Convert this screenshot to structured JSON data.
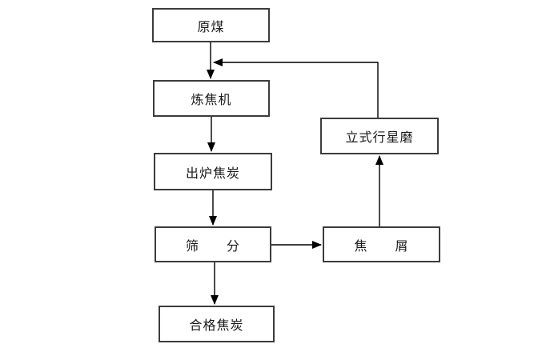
{
  "diagram": {
    "type": "flowchart",
    "subject": "coking-process-flow",
    "colors": {
      "background": "#ffffff",
      "box_border": "#3c3c3c",
      "box_fill": "#ffffff",
      "line": "#000000",
      "text": "#1a1a1a"
    },
    "nodes": {
      "raw_coal": {
        "label": "原煤"
      },
      "coking_machine": {
        "label": "炼焦机"
      },
      "furnace_coke": {
        "label": "出炉焦炭"
      },
      "screening": {
        "label": "筛　　分"
      },
      "qualified_coke": {
        "label": "合格焦炭"
      },
      "planetary_mill": {
        "label": "立式行星磨"
      },
      "coke_breeze": {
        "label": "焦　　屑"
      }
    },
    "edges": [
      {
        "from": "raw_coal",
        "to": "coking_machine",
        "direction": "down"
      },
      {
        "from": "coking_machine",
        "to": "furnace_coke",
        "direction": "down"
      },
      {
        "from": "furnace_coke",
        "to": "screening",
        "direction": "down"
      },
      {
        "from": "screening",
        "to": "qualified_coke",
        "direction": "down"
      },
      {
        "from": "screening",
        "to": "coke_breeze",
        "direction": "right"
      },
      {
        "from": "coke_breeze",
        "to": "planetary_mill",
        "direction": "up"
      },
      {
        "from": "planetary_mill",
        "to": "coking_machine",
        "direction": "feedback-left",
        "note": "recycles into raw coal feed line"
      }
    ]
  }
}
